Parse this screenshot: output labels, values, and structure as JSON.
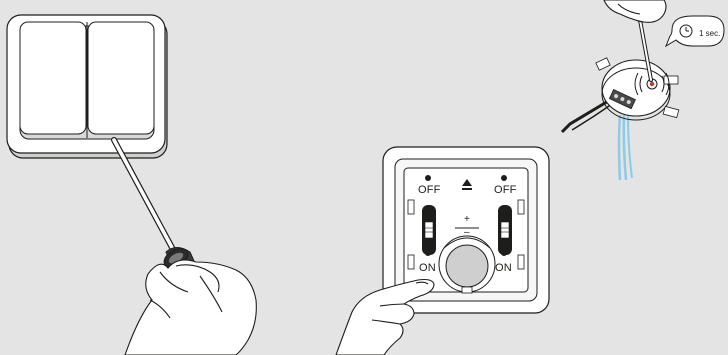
{
  "panel_left": {
    "icon": "rocker-switch-with-screwdriver"
  },
  "panel_middle": {
    "icon": "dimmer-insert-with-finger",
    "labels": {
      "off_left": "OFF",
      "off_right": "OFF",
      "on_left": "ON",
      "on_right": "ON",
      "plus": "+",
      "minus": "–"
    }
  },
  "panel_right": {
    "icon": "flush-mounted-receiver-with-screwdriver",
    "timer_label": "1 sec."
  },
  "colors": {
    "background": "#e4e4e4",
    "line": "#1d1d1b",
    "wire_blue": "#8ecae6",
    "led_red": "#c0392b"
  }
}
